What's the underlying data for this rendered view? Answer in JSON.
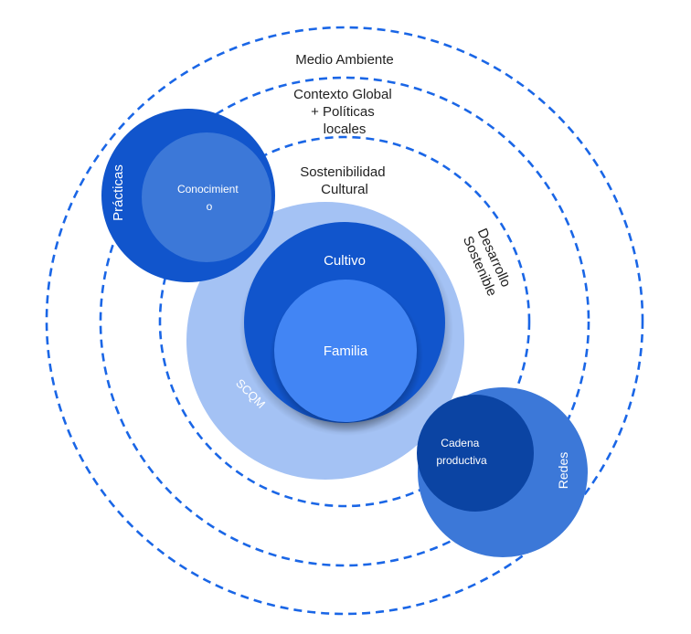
{
  "title": "SCQM context diagram",
  "colors": {
    "dash": "#1a66e6",
    "scqm": "#a4c2f4",
    "cultivo": "#1155cc",
    "familia": "#4285f4",
    "practicas": "#1155cc",
    "conocimiento": "#3c78d8",
    "redes": "#3c78d8",
    "cadena": "#0b44a3",
    "text_dark": "#222222",
    "text_light": "#ffffff"
  },
  "rings": {
    "medio_ambiente": "Medio Ambiente",
    "contexto_global": [
      "Contexto Global",
      "+ Políticas",
      "locales"
    ],
    "sostenibilidad_cultural": [
      "Sostenibilidad",
      "Cultural"
    ],
    "desarrollo_sostenible": [
      "Desarrollo",
      "Sostenible"
    ]
  },
  "core": {
    "scqm": "SCQM",
    "cultivo": "Cultivo",
    "familia": "Familia"
  },
  "practicas_group": {
    "practicas": "Prácticas",
    "conocimiento": [
      "Conocimient",
      "o"
    ]
  },
  "redes_group": {
    "redes": "Redes",
    "cadena": [
      "Cadena",
      "productiva"
    ]
  }
}
